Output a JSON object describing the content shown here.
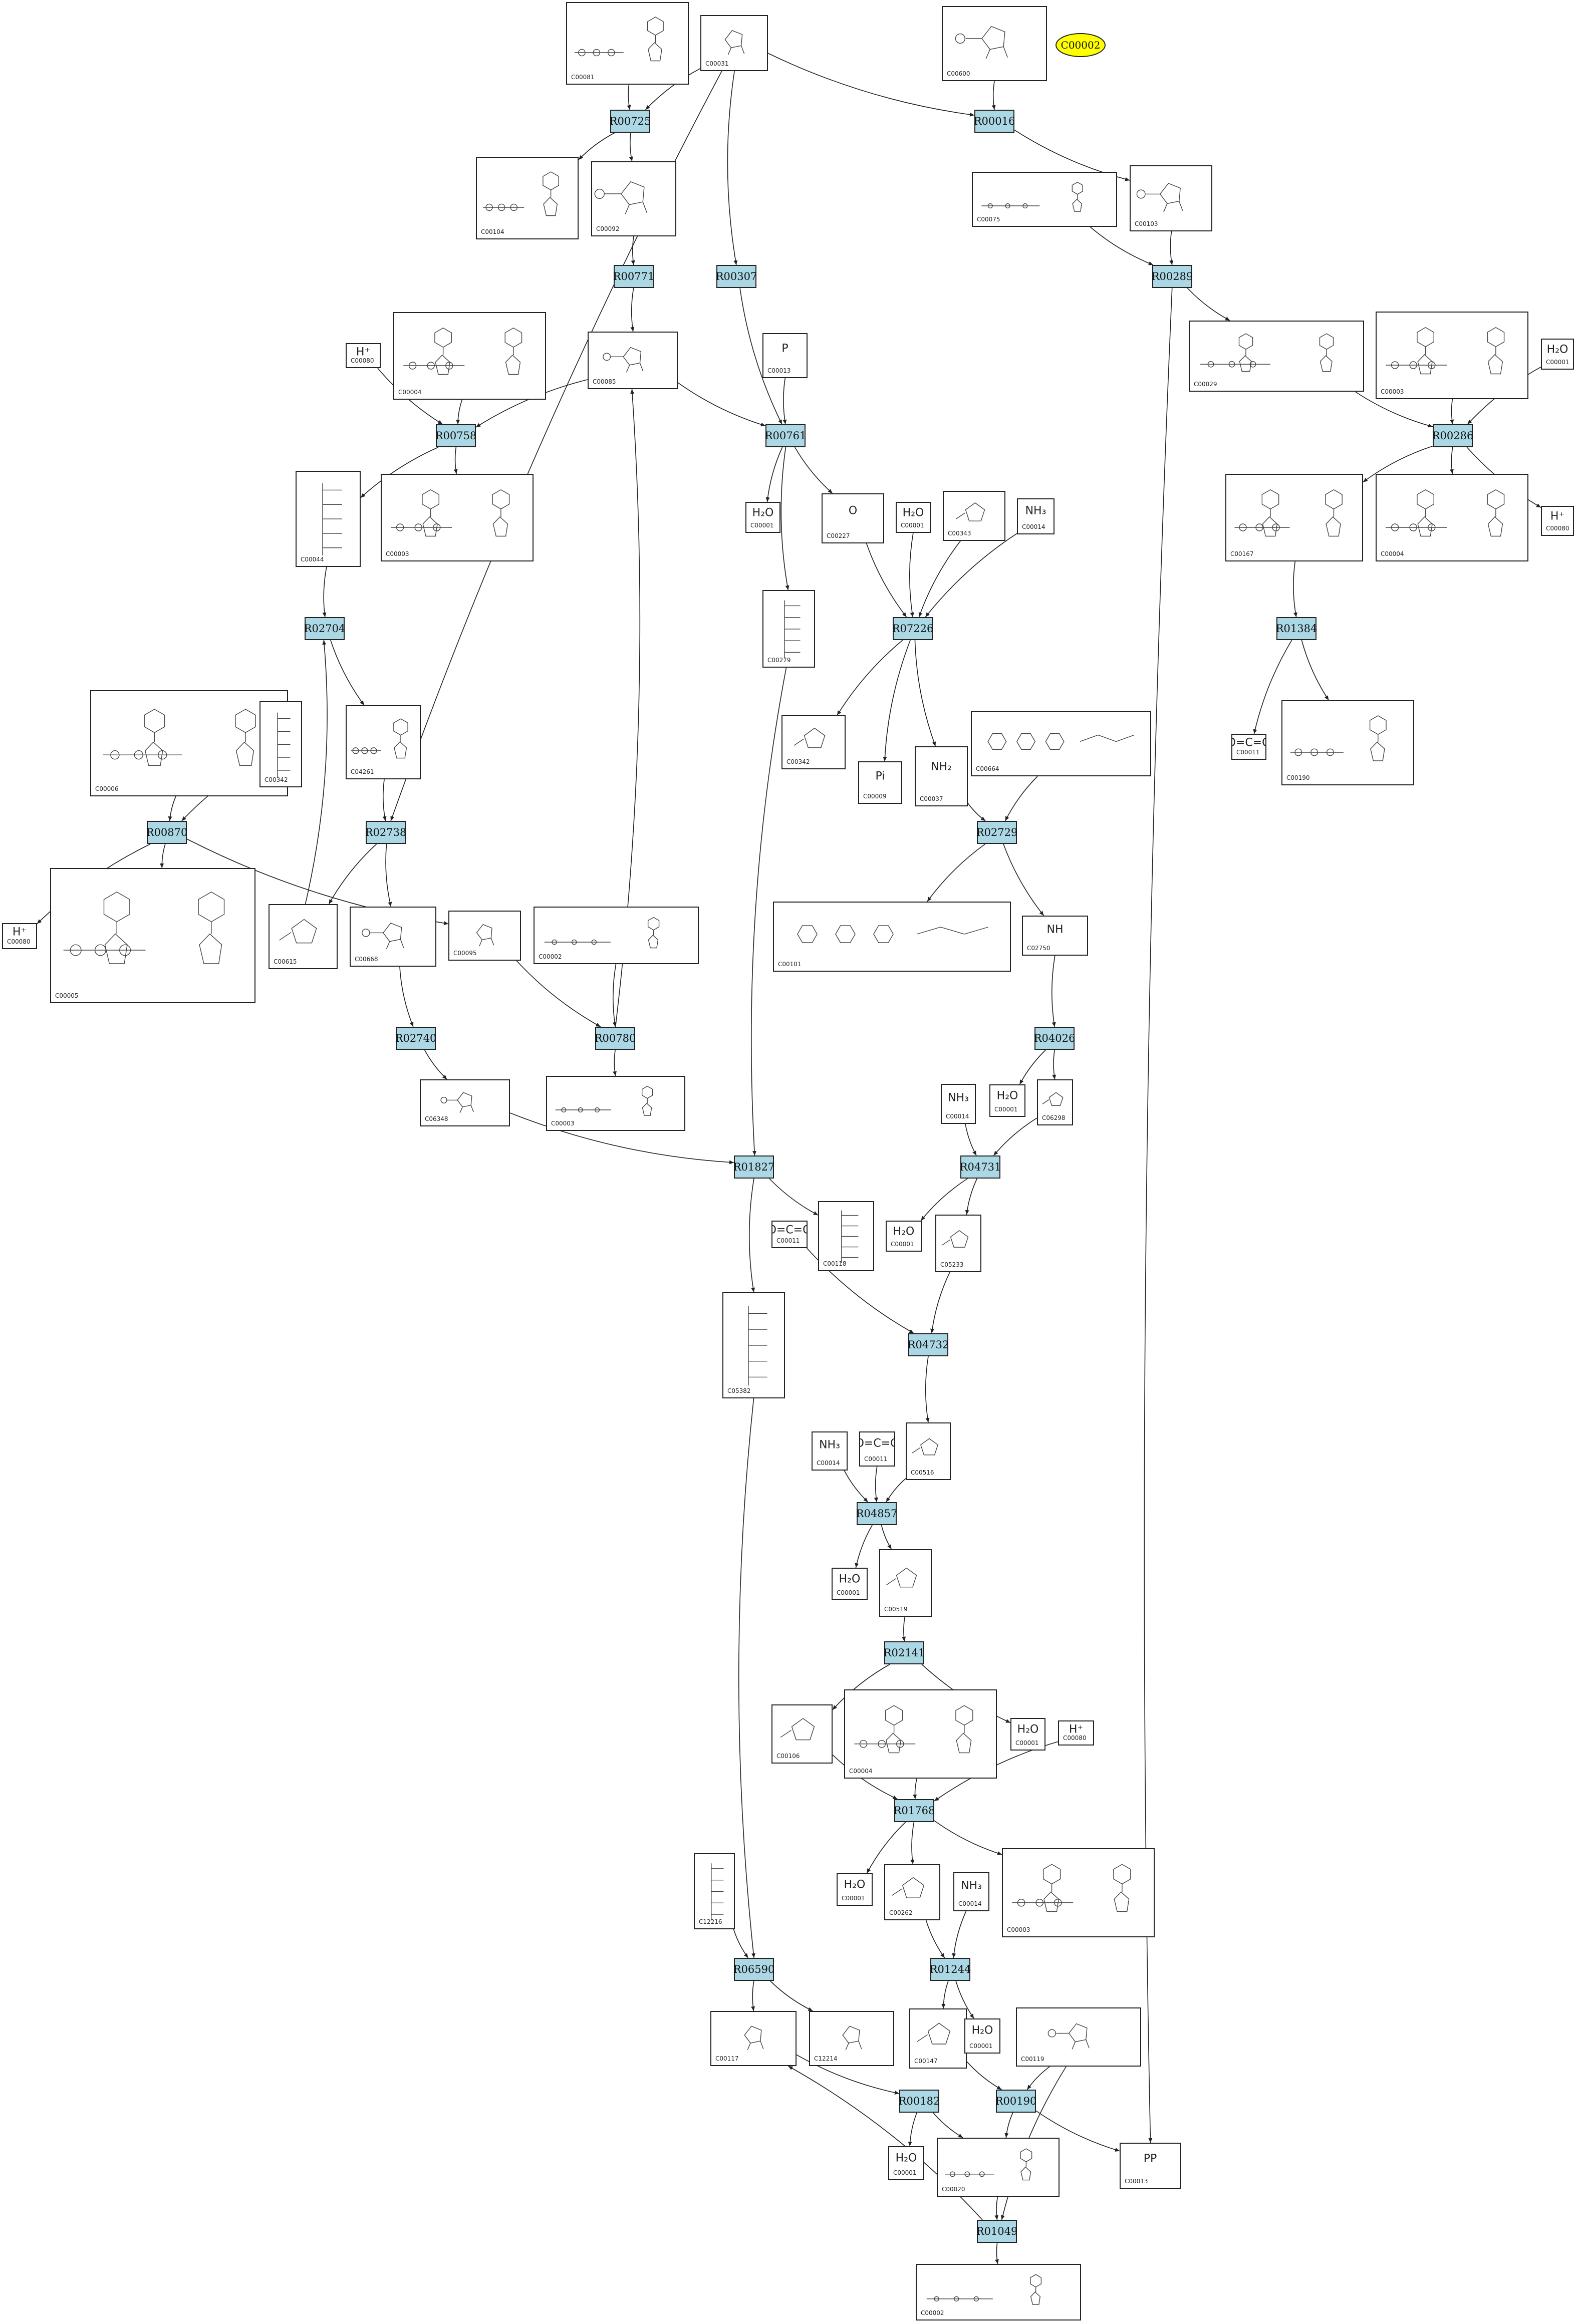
{
  "legend": {
    "label": "C00002",
    "color": "#ffff00"
  },
  "colors": {
    "reaction_fill": "#acd8e5",
    "edge": "#222222"
  },
  "reactions": [
    {
      "id": "R00725"
    },
    {
      "id": "R00016"
    },
    {
      "id": "R00771"
    },
    {
      "id": "R00307"
    },
    {
      "id": "R00289"
    },
    {
      "id": "R00758"
    },
    {
      "id": "R00761"
    },
    {
      "id": "R00286"
    },
    {
      "id": "R02704"
    },
    {
      "id": "R07226"
    },
    {
      "id": "R01384"
    },
    {
      "id": "R00870"
    },
    {
      "id": "R02738"
    },
    {
      "id": "R02729"
    },
    {
      "id": "R02740"
    },
    {
      "id": "R00780"
    },
    {
      "id": "R04026"
    },
    {
      "id": "R01827"
    },
    {
      "id": "R04731"
    },
    {
      "id": "R04732"
    },
    {
      "id": "R04857"
    },
    {
      "id": "R02141"
    },
    {
      "id": "R01768"
    },
    {
      "id": "R06590"
    },
    {
      "id": "R01244"
    },
    {
      "id": "R00182"
    },
    {
      "id": "R00190"
    },
    {
      "id": "R01049"
    }
  ],
  "compounds": [
    {
      "key": "c1",
      "id": "C00081",
      "kind": "nucleotide"
    },
    {
      "key": "c2",
      "id": "C00031",
      "kind": "sugar"
    },
    {
      "key": "c3",
      "id": "C00600",
      "kind": "sugarphos"
    },
    {
      "key": "c4",
      "id": "C00104",
      "kind": "nucleotide"
    },
    {
      "key": "c5",
      "id": "C00092",
      "kind": "sugarphos"
    },
    {
      "key": "c6",
      "id": "C00075",
      "kind": "nucleotide"
    },
    {
      "key": "c7",
      "id": "C00103",
      "kind": "sugarphos"
    },
    {
      "key": "c8",
      "id": "C00080",
      "kind": "small",
      "big": "H⁺"
    },
    {
      "key": "c9",
      "id": "C00004",
      "kind": "dinuc"
    },
    {
      "key": "c10",
      "id": "C00085",
      "kind": "sugarphos"
    },
    {
      "key": "c11",
      "id": "C00013",
      "kind": "small",
      "big": "P"
    },
    {
      "key": "c12",
      "id": "C00029",
      "kind": "dinuc"
    },
    {
      "key": "c13",
      "id": "C00003",
      "kind": "dinuc"
    },
    {
      "key": "c14",
      "id": "C00001",
      "kind": "small",
      "big": "H₂O"
    },
    {
      "key": "c15",
      "id": "C00044",
      "kind": "chain"
    },
    {
      "key": "c16",
      "id": "C00003",
      "kind": "dinuc"
    },
    {
      "key": "c17",
      "id": "C00001",
      "kind": "small",
      "big": "H₂O"
    },
    {
      "key": "c18",
      "id": "C00227",
      "kind": "small",
      "big": "O"
    },
    {
      "key": "c19",
      "id": "C00001",
      "kind": "small",
      "big": "H₂O"
    },
    {
      "key": "c20",
      "id": "C00343",
      "kind": "ring"
    },
    {
      "key": "c21",
      "id": "C00014",
      "kind": "small",
      "big": "NH₃"
    },
    {
      "key": "c22",
      "id": "C00167",
      "kind": "dinuc"
    },
    {
      "key": "c23",
      "id": "C00004",
      "kind": "dinuc"
    },
    {
      "key": "c24",
      "id": "C00080",
      "kind": "small",
      "big": "H⁺"
    },
    {
      "key": "c25",
      "id": "C00279",
      "kind": "chain"
    },
    {
      "key": "c26",
      "id": "C00006",
      "kind": "dinuc"
    },
    {
      "key": "c27",
      "id": "C00342",
      "kind": "chain"
    },
    {
      "key": "c28",
      "id": "C04261",
      "kind": "nucleotide"
    },
    {
      "key": "c29",
      "id": "C00342",
      "kind": "ring"
    },
    {
      "key": "c30",
      "id": "C00009",
      "kind": "small",
      "big": "Pi"
    },
    {
      "key": "c31",
      "id": "C00037",
      "kind": "small",
      "big": "NH₂"
    },
    {
      "key": "c32",
      "id": "C00664",
      "kind": "folate"
    },
    {
      "key": "c33",
      "id": "C00011",
      "kind": "small",
      "big": "O=C=O"
    },
    {
      "key": "c34",
      "id": "C00190",
      "kind": "nucleotide"
    },
    {
      "key": "c35",
      "id": "C00080",
      "kind": "small",
      "big": "H⁺"
    },
    {
      "key": "c36",
      "id": "C00005",
      "kind": "dinuc"
    },
    {
      "key": "c37",
      "id": "C00615",
      "kind": "ring"
    },
    {
      "key": "c38",
      "id": "C00668",
      "kind": "sugarphos"
    },
    {
      "key": "c39",
      "id": "C00095",
      "kind": "sugar"
    },
    {
      "key": "c40",
      "id": "C00002",
      "kind": "nucleotide"
    },
    {
      "key": "c41",
      "id": "C00101",
      "kind": "folate"
    },
    {
      "key": "c42",
      "id": "C02750",
      "kind": "small",
      "big": "NH"
    },
    {
      "key": "c43",
      "id": "C06348",
      "kind": "sugarphos"
    },
    {
      "key": "c44",
      "id": "C00003",
      "kind": "nucleotide"
    },
    {
      "key": "c45",
      "id": "C00014",
      "kind": "small",
      "big": "NH₃"
    },
    {
      "key": "c46",
      "id": "C00001",
      "kind": "small",
      "big": "H₂O"
    },
    {
      "key": "c47",
      "id": "C06298",
      "kind": "ring"
    },
    {
      "key": "c48",
      "id": "C00011",
      "kind": "small",
      "big": "O=C=O"
    },
    {
      "key": "c49",
      "id": "C00118",
      "kind": "chain"
    },
    {
      "key": "c50",
      "id": "C00001",
      "kind": "small",
      "big": "H₂O"
    },
    {
      "key": "c51",
      "id": "C05233",
      "kind": "ring"
    },
    {
      "key": "c52",
      "id": "C05382",
      "kind": "chain"
    },
    {
      "key": "c53",
      "id": "C00014",
      "kind": "small",
      "big": "NH₃"
    },
    {
      "key": "c54",
      "id": "C00011",
      "kind": "small",
      "big": "O=C=O"
    },
    {
      "key": "c55",
      "id": "C00516",
      "kind": "ring"
    },
    {
      "key": "c56",
      "id": "C00001",
      "kind": "small",
      "big": "H₂O"
    },
    {
      "key": "c57",
      "id": "C00519",
      "kind": "ring"
    },
    {
      "key": "c58",
      "id": "C00106",
      "kind": "ring"
    },
    {
      "key": "c59",
      "id": "C00004",
      "kind": "dinuc"
    },
    {
      "key": "c60",
      "id": "C00001",
      "kind": "small",
      "big": "H₂O"
    },
    {
      "key": "c61",
      "id": "C00080",
      "kind": "small",
      "big": "H⁺"
    },
    {
      "key": "c62",
      "id": "C00001",
      "kind": "small",
      "big": "H₂O"
    },
    {
      "key": "c63",
      "id": "C00262",
      "kind": "ring"
    },
    {
      "key": "c64",
      "id": "C00014",
      "kind": "small",
      "big": "NH₃"
    },
    {
      "key": "c65",
      "id": "C00003",
      "kind": "dinuc"
    },
    {
      "key": "c66",
      "id": "C12216",
      "kind": "chain"
    },
    {
      "key": "c67",
      "id": "C00117",
      "kind": "sugar"
    },
    {
      "key": "c68",
      "id": "C12214",
      "kind": "sugar"
    },
    {
      "key": "c69",
      "id": "C00147",
      "kind": "ring"
    },
    {
      "key": "c70",
      "id": "C00001",
      "kind": "small",
      "big": "H₂O"
    },
    {
      "key": "c71",
      "id": "C00119",
      "kind": "sugarphos"
    },
    {
      "key": "c72",
      "id": "C00001",
      "kind": "small",
      "big": "H₂O"
    },
    {
      "key": "c73",
      "id": "C00020",
      "kind": "nucleotide"
    },
    {
      "key": "c74",
      "id": "C00013",
      "kind": "small",
      "big": "PP"
    },
    {
      "key": "c75",
      "id": "C00002",
      "kind": "nucleotide"
    }
  ]
}
